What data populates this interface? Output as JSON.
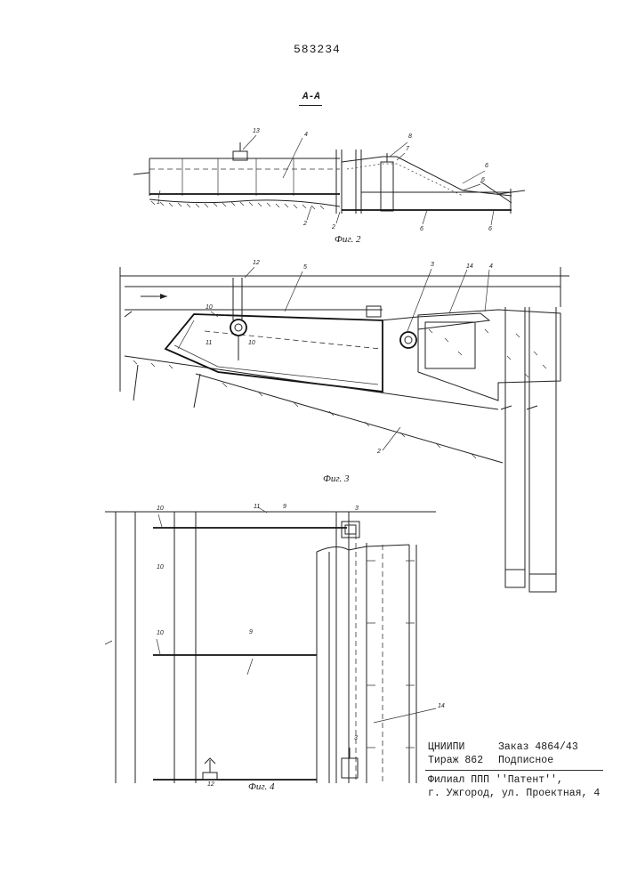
{
  "header": {
    "patent_number": "583234",
    "section_label": "А-А"
  },
  "figures": {
    "fig2": {
      "caption": "Фиг. 2",
      "labels": [
        "13",
        "4",
        "8",
        "7",
        "6",
        "6",
        "1",
        "2",
        "2",
        "6",
        "6"
      ]
    },
    "fig3": {
      "caption": "Фиг. 3",
      "labels": [
        "12",
        "5",
        "3",
        "14",
        "4",
        "10",
        "10",
        "11",
        "2"
      ]
    },
    "fig4": {
      "caption": "Фиг. 4",
      "labels": [
        "10",
        "11",
        "9",
        "3",
        "10",
        "10",
        "9",
        "14",
        "3",
        "12"
      ]
    }
  },
  "publication": {
    "line1_org": "ЦНИИПИ",
    "line1_order": "Заказ 4864/43",
    "line2_run": "Тираж 862",
    "line2_sub": "Подписное",
    "line3": "Филиал ППП ''Патент'',",
    "line4": "г. Ужгород, ул. Проектная, 4"
  }
}
